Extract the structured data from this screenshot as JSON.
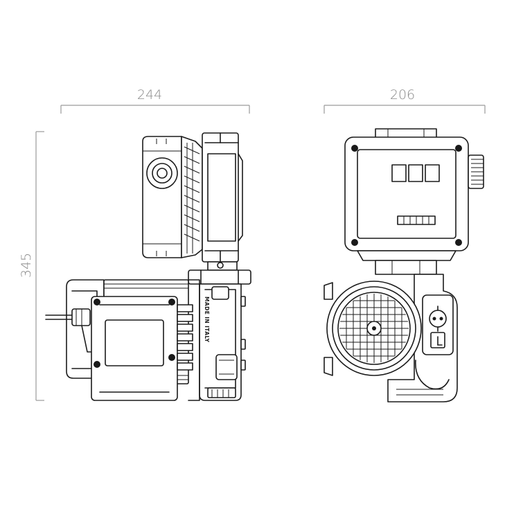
{
  "dimensions": {
    "width_side": "244",
    "width_front": "206",
    "height": "345"
  },
  "labels": {
    "embossed": "MADE IN ITALY"
  }
}
